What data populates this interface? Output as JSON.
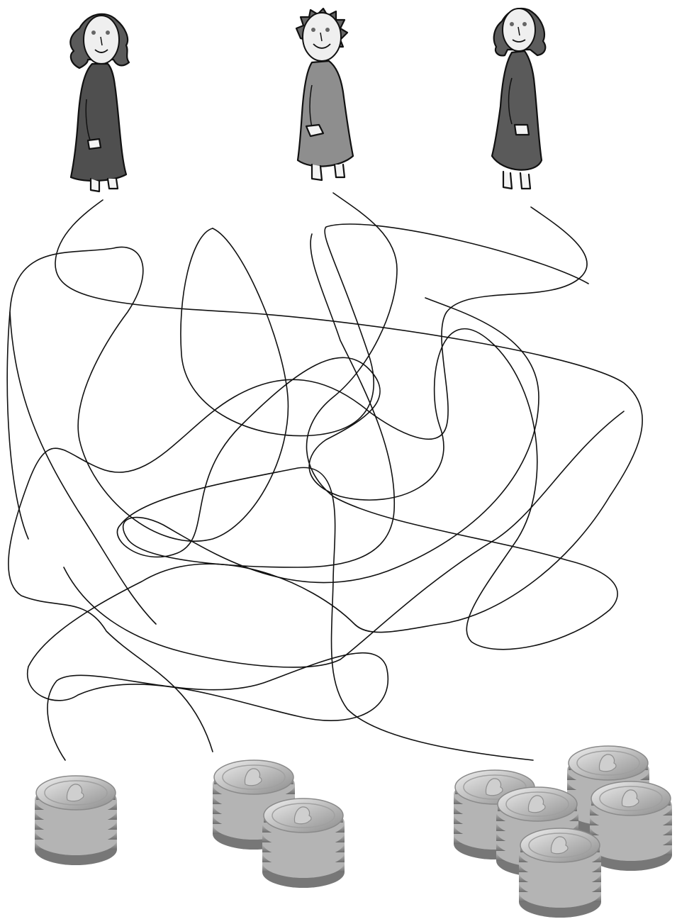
{
  "puzzle": {
    "people": [
      {
        "id": "person-1",
        "robe_color": "#4f4f4f",
        "hair": "long"
      },
      {
        "id": "person-2",
        "robe_color": "#8e8e8e",
        "hair": "spiky"
      },
      {
        "id": "person-3",
        "robe_color": "#5a5a5a",
        "hair": "bob"
      }
    ],
    "coin_piles": [
      {
        "id": "coin-pile-1",
        "stacks": 1
      },
      {
        "id": "coin-pile-2",
        "stacks": 2
      },
      {
        "id": "coin-pile-3",
        "stacks": 5
      }
    ],
    "coin_color": "#b9b9b9",
    "line_color": "#111111"
  }
}
